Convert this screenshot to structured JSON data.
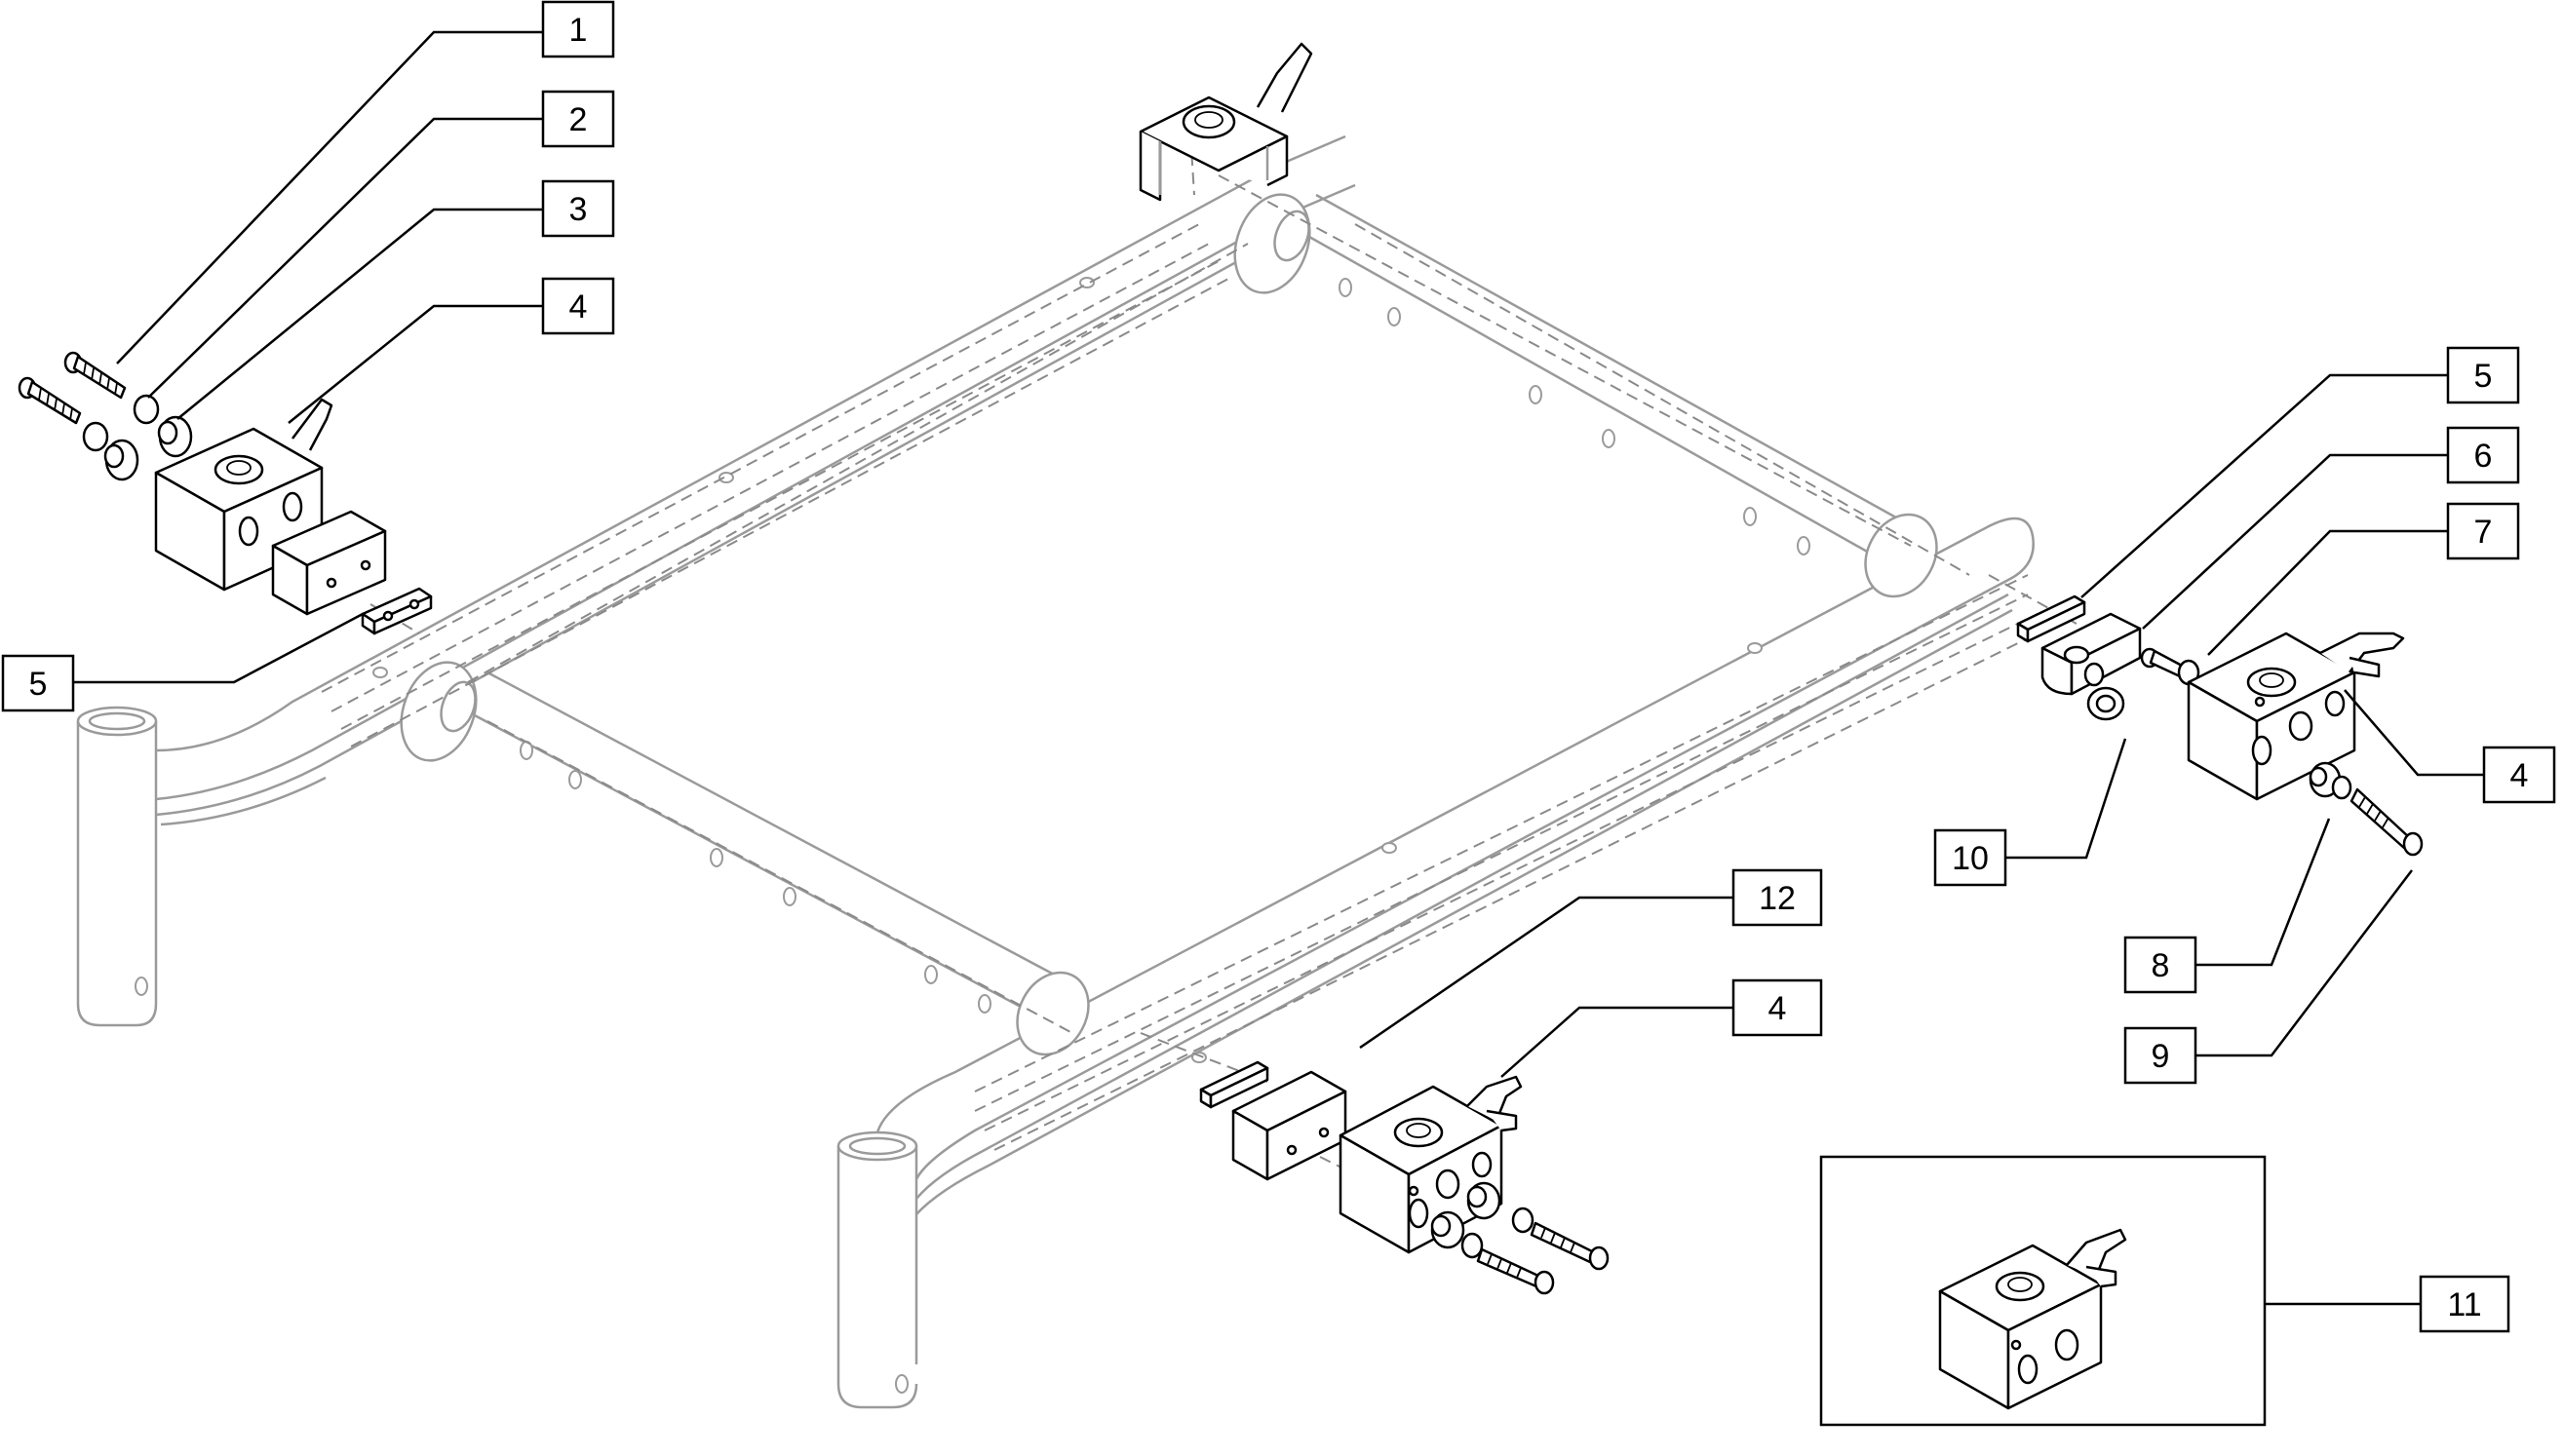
{
  "callouts": [
    {
      "id": "c1",
      "label": "1"
    },
    {
      "id": "c2",
      "label": "2"
    },
    {
      "id": "c3",
      "label": "3"
    },
    {
      "id": "c4a",
      "label": "4"
    },
    {
      "id": "c5a",
      "label": "5"
    },
    {
      "id": "c5b",
      "label": "5"
    },
    {
      "id": "c6",
      "label": "6"
    },
    {
      "id": "c7",
      "label": "7"
    },
    {
      "id": "c4b",
      "label": "4"
    },
    {
      "id": "c10",
      "label": "10"
    },
    {
      "id": "c8",
      "label": "8"
    },
    {
      "id": "c9",
      "label": "9"
    },
    {
      "id": "c12",
      "label": "12"
    },
    {
      "id": "c4c",
      "label": "4"
    },
    {
      "id": "c11",
      "label": "11"
    }
  ]
}
